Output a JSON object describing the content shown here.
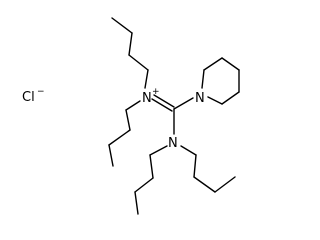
{
  "atoms": {
    "chloride": "Cl",
    "chloride_charge": "−",
    "nitrogen_iminium": "N",
    "nitrogen_iminium_charge": "+",
    "nitrogen_piperidine": "N",
    "nitrogen_amine": "N"
  }
}
